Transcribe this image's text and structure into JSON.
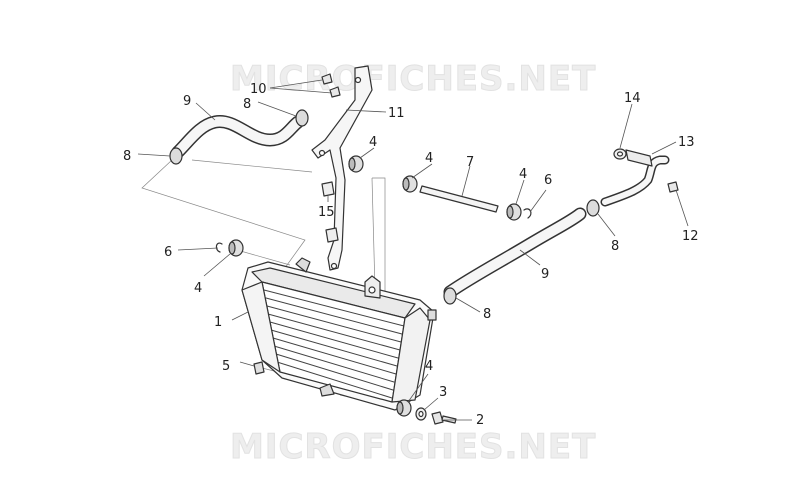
{
  "watermark": {
    "top": "MICROFICHES.NET",
    "bottom": "MICROFICHES.NET"
  },
  "callouts": {
    "c1": "1",
    "c2": "2",
    "c3": "3",
    "c4a": "4",
    "c4b": "4",
    "c4c": "4",
    "c4d": "4",
    "c4e": "4",
    "c5": "5",
    "c6a": "6",
    "c6b": "6",
    "c7": "7",
    "c8a": "8",
    "c8b": "8",
    "c8c": "8",
    "c8d": "8",
    "c9a": "9",
    "c9b": "9",
    "c10": "10",
    "c11": "11",
    "c12": "12",
    "c13": "13",
    "c14": "14",
    "c15": "15"
  }
}
